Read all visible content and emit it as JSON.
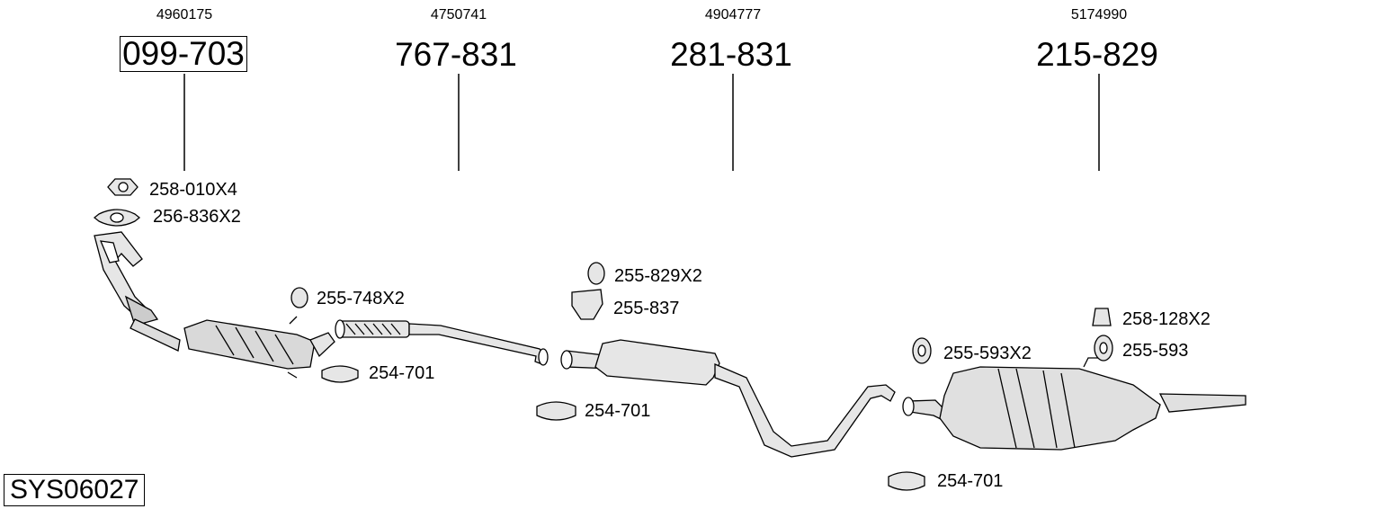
{
  "system_code": "SYS06027",
  "assemblies": [
    {
      "oem_number": "4960175",
      "part_number": "099-703"
    },
    {
      "oem_number": "4750741",
      "part_number": "767-831"
    },
    {
      "oem_number": "4904777",
      "part_number": "281-831"
    },
    {
      "oem_number": "5174990",
      "part_number": "215-829"
    }
  ],
  "accessories": [
    {
      "label": "258-010X4",
      "icon": "nut-icon"
    },
    {
      "label": "256-836X2",
      "icon": "gasket-icon"
    },
    {
      "label": "255-748X2",
      "icon": "rubber-hanger-icon"
    },
    {
      "label": "254-701",
      "icon": "clamp-icon"
    },
    {
      "label": "255-829X2",
      "icon": "rubber-hanger-icon"
    },
    {
      "label": "255-837",
      "icon": "bracket-icon"
    },
    {
      "label": "254-701",
      "icon": "clamp-icon"
    },
    {
      "label": "255-593X2",
      "icon": "rubber-ring-icon"
    },
    {
      "label": "258-128X2",
      "icon": "clip-icon"
    },
    {
      "label": "255-593",
      "icon": "rubber-ring-icon"
    },
    {
      "label": "254-701",
      "icon": "clamp-icon"
    }
  ]
}
